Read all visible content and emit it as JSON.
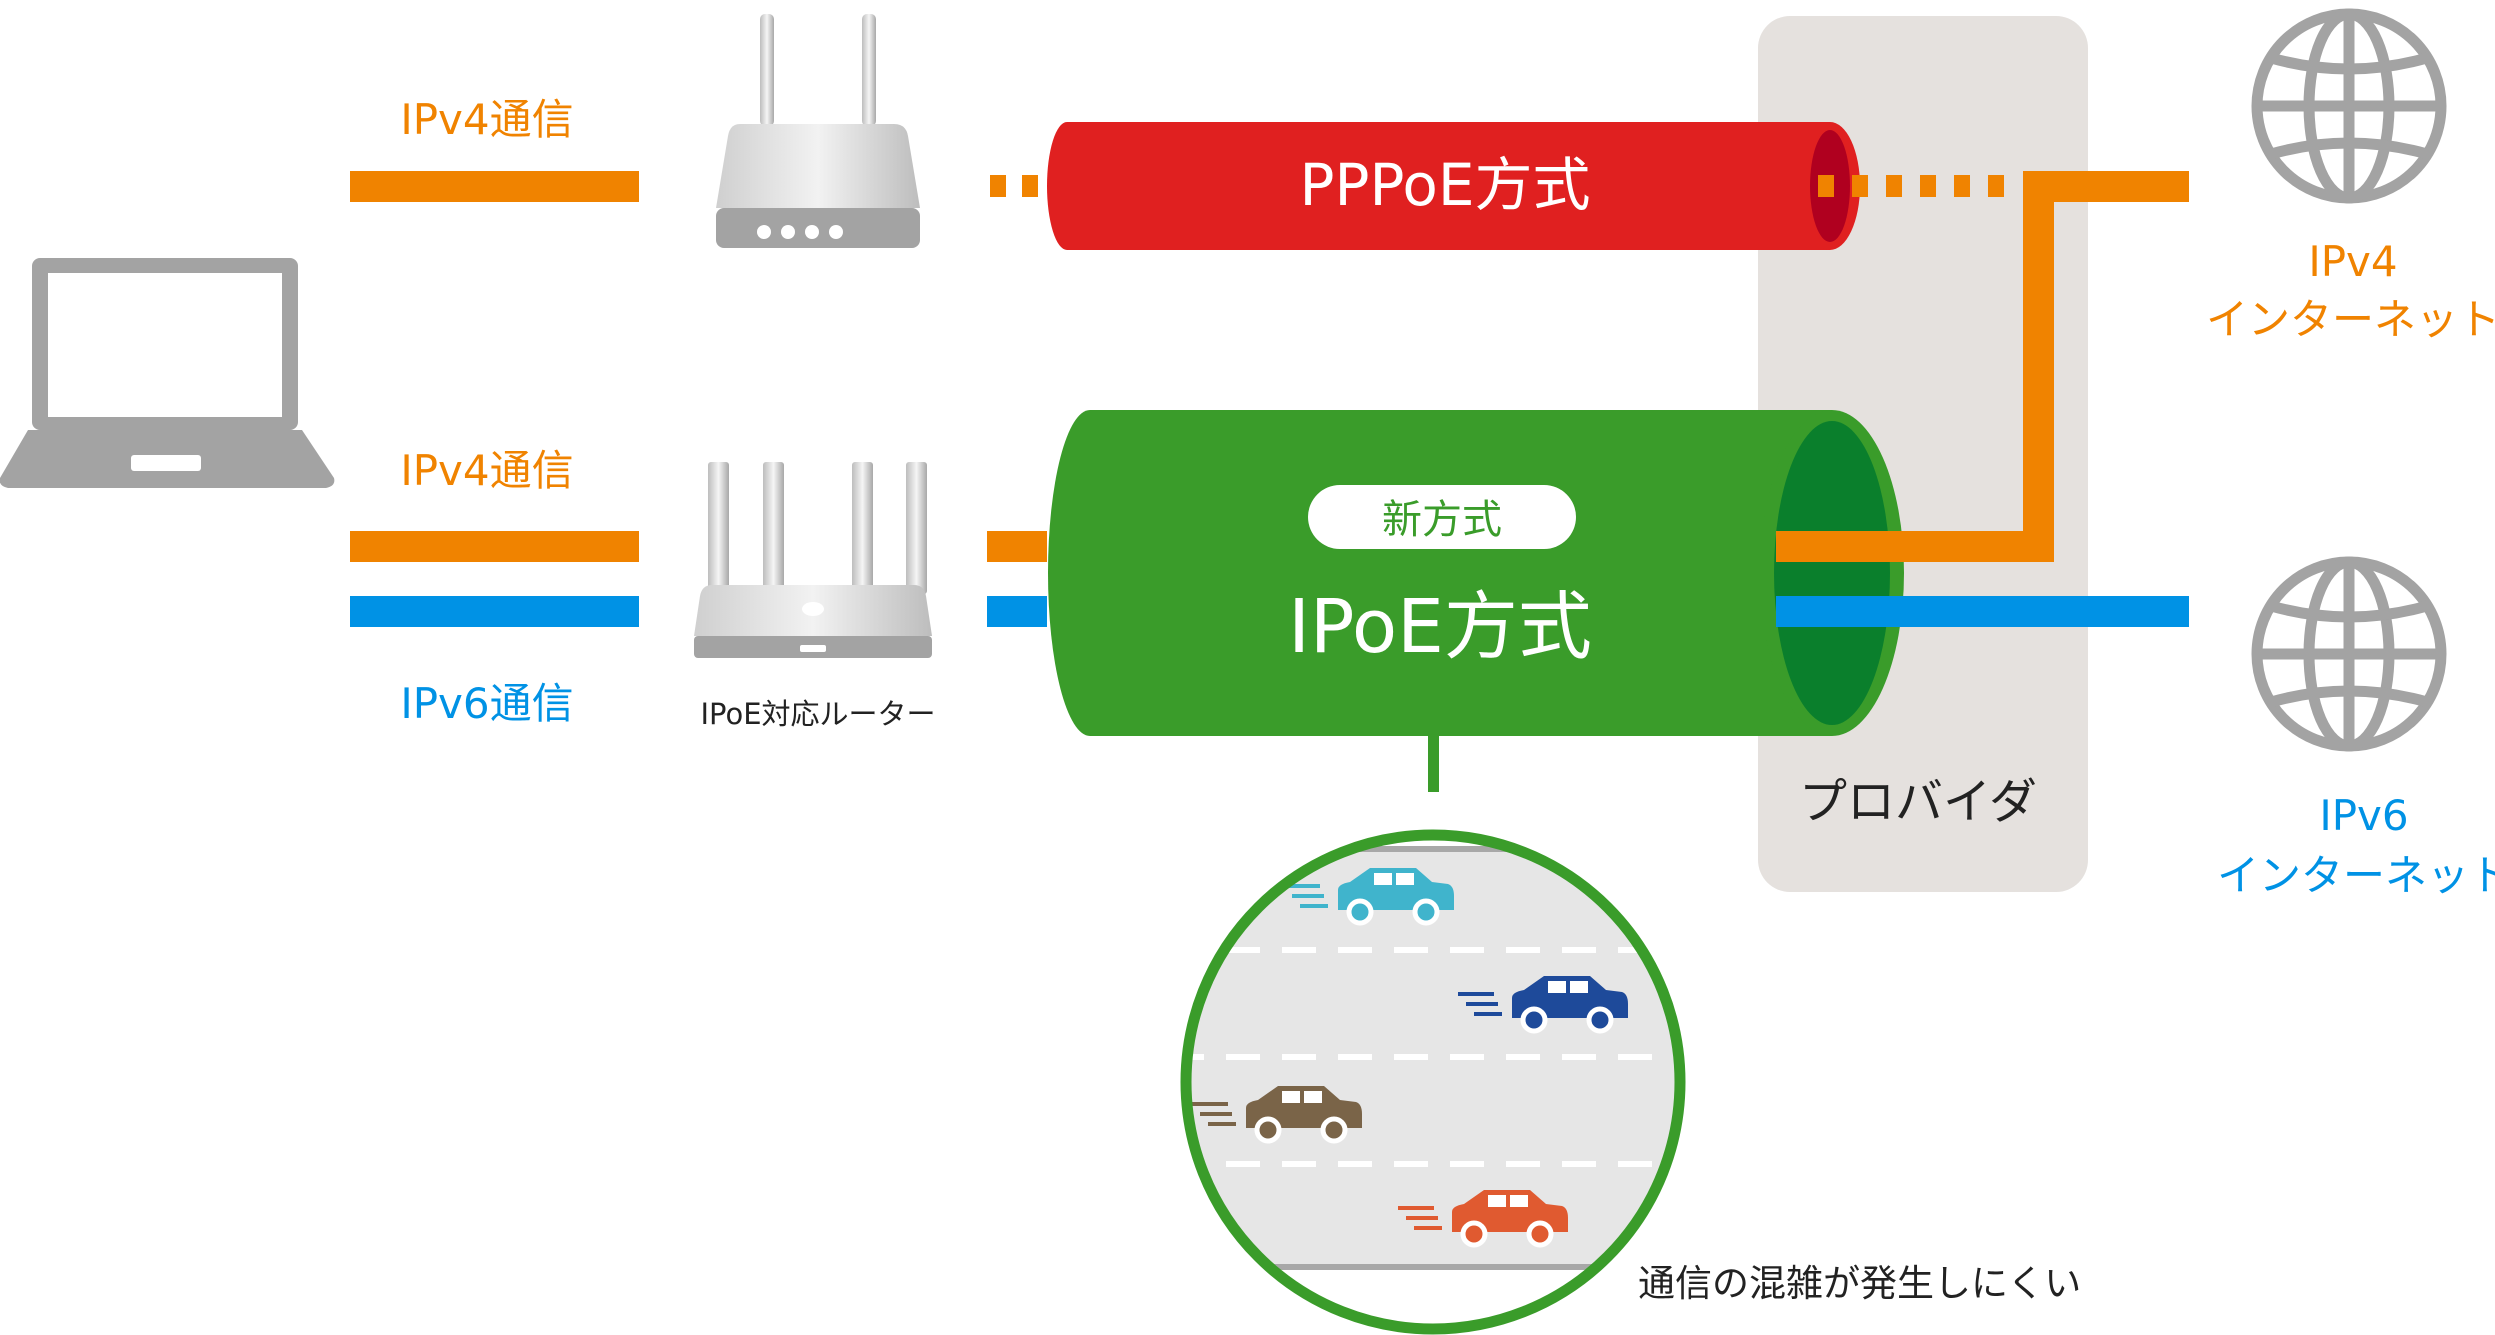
{
  "labels": {
    "ipv4_top": "IPv4通信",
    "ipv4_bottom": "IPv4通信",
    "ipv6": "IPv6通信",
    "router_ipoe": "IPoE対応ルーター",
    "pppoe": "PPPoE方式",
    "new_badge": "新方式",
    "ipoe": "IPoE方式",
    "provider": "プロバイダ",
    "ipv4_internet_line1": "IPv4",
    "ipv4_internet_line2": "インターネット",
    "ipv6_internet_line1": "IPv6",
    "ipv6_internet_line2": "インターネット",
    "congestion_note": "通信の混雑が発生しにくい"
  },
  "colors": {
    "ipv4": "#F08300",
    "ipv6": "#0092E5",
    "pppoe_tube": "#E02020",
    "pppoe_tube_end": "#B0001F",
    "ipoe_tube": "#3A9C2A",
    "ipoe_tube_end": "#0A7F2C",
    "provider_panel": "#E5E1DE",
    "device_gray": "#A3A3A3",
    "text_dark": "#222222",
    "car_cyan": "#40B4CC",
    "car_navy": "#1E4A9A",
    "car_brown": "#7A6448",
    "car_orange": "#E05A30"
  },
  "icons": [
    "laptop-icon",
    "router-icon",
    "ipoe-router-icon",
    "globe-icon",
    "car-icon"
  ]
}
